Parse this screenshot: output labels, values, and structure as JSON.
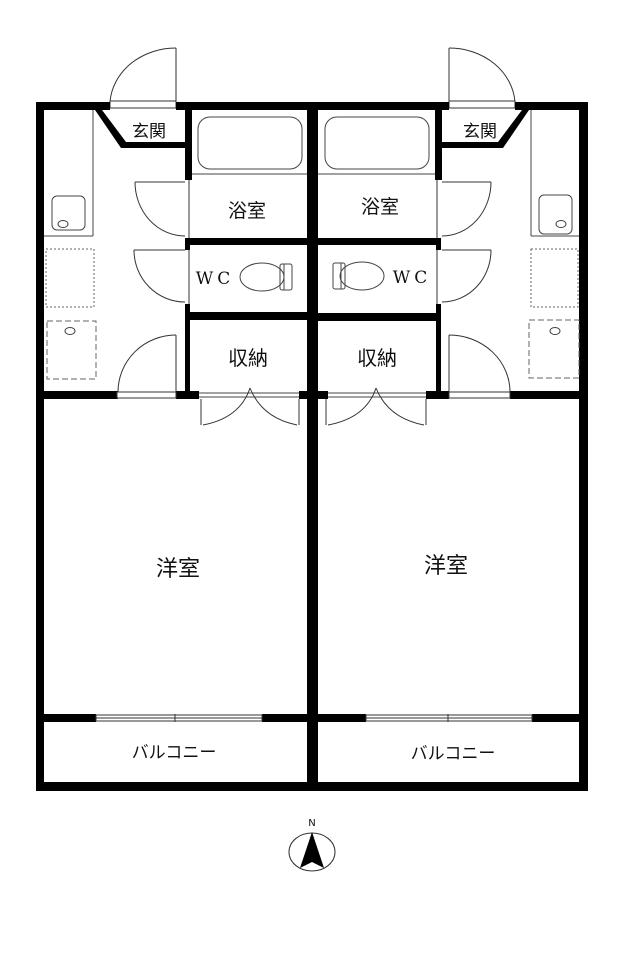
{
  "plan": {
    "colors": {
      "wall": "#000000",
      "line": "#333333",
      "background": "#ffffff"
    },
    "units": [
      {
        "id": "left",
        "rooms": {
          "entrance": "玄関",
          "bathroom": "浴室",
          "toilet": "WC",
          "storage": "収納",
          "western_room": "洋室",
          "balcony": "バルコニー"
        }
      },
      {
        "id": "right",
        "rooms": {
          "entrance": "玄関",
          "bathroom": "浴室",
          "toilet": "WC",
          "storage": "収納",
          "western_room": "洋室",
          "balcony": "バルコニー"
        }
      }
    ],
    "compass": {
      "label": "N",
      "icon": "north-arrow-icon"
    }
  }
}
